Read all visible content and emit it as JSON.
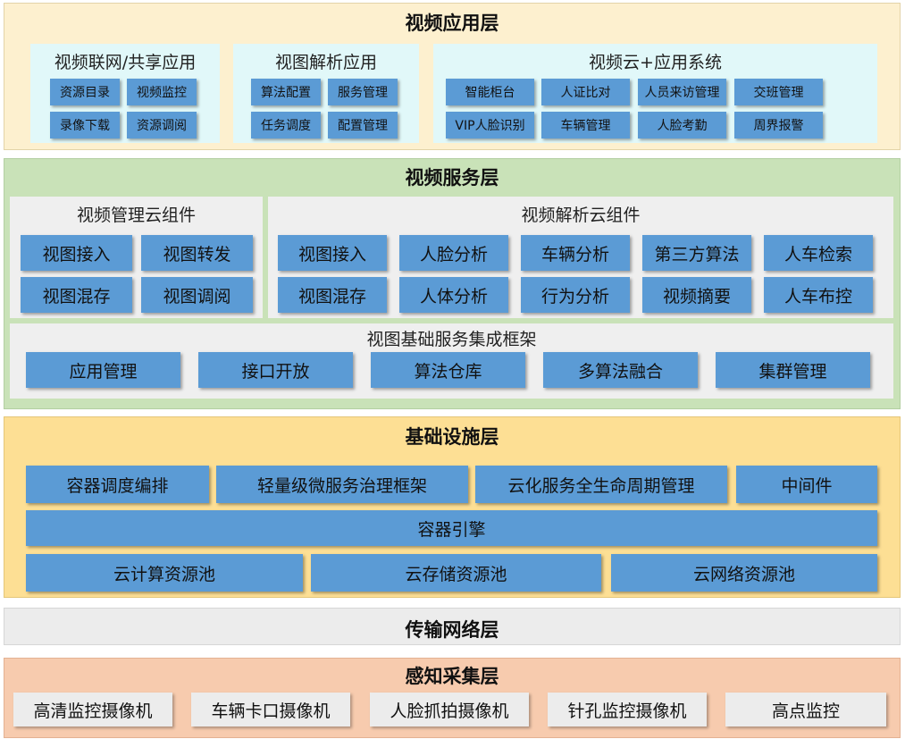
{
  "app_layer": {
    "title": "视频应用层",
    "panels": [
      {
        "title": "视频联网/共享应用",
        "items": [
          "资源目录",
          "视频监控",
          "录像下载",
          "资源调阅"
        ]
      },
      {
        "title": "视图解析应用",
        "items": [
          "算法配置",
          "服务管理",
          "任务调度",
          "配置管理"
        ]
      },
      {
        "title": "视频云+应用系统",
        "items": [
          "智能柜台",
          "人证比对",
          "人员来访管理",
          "交班管理",
          "VIP人脸识别",
          "车辆管理",
          "人脸考勤",
          "周界报警"
        ]
      }
    ]
  },
  "service_layer": {
    "title": "视频服务层",
    "mgmt": {
      "title": "视频管理云组件",
      "items": [
        "视图接入",
        "视图转发",
        "视图混存",
        "视图调阅"
      ]
    },
    "analysis": {
      "title": "视频解析云组件",
      "items": [
        "视图接入",
        "人脸分析",
        "车辆分析",
        "第三方算法",
        "人车检索",
        "视图混存",
        "人体分析",
        "行为分析",
        "视频摘要",
        "人车布控"
      ]
    },
    "framework": {
      "title": "视图基础服务集成框架",
      "items": [
        "应用管理",
        "接口开放",
        "算法仓库",
        "多算法融合",
        "集群管理"
      ]
    }
  },
  "infra_layer": {
    "title": "基础设施层",
    "row1": [
      "容器调度编排",
      "轻量级微服务治理框架",
      "云化服务全生命周期管理",
      "中间件"
    ],
    "row2": "容器引擎",
    "row3": [
      "云计算资源池",
      "云存储资源池",
      "云网络资源池"
    ]
  },
  "network_layer": {
    "title": "传输网络层"
  },
  "sensing_layer": {
    "title": "感知采集层",
    "items": [
      "高清监控摄像机",
      "车辆卡口摄像机",
      "人脸抓拍摄像机",
      "针孔监控摄像机",
      "高点监控"
    ]
  },
  "colors": {
    "app_bg": "#fdf0cf",
    "app_panel": "#e1f8f9",
    "service_bg": "#c9e2b8",
    "service_panel": "#efefef",
    "infra_bg": "#fddf94",
    "network_bg": "#ececec",
    "sensing_bg": "#f7cbae",
    "box_blue": "#5b9bd5",
    "box_gray": "#ececec"
  }
}
